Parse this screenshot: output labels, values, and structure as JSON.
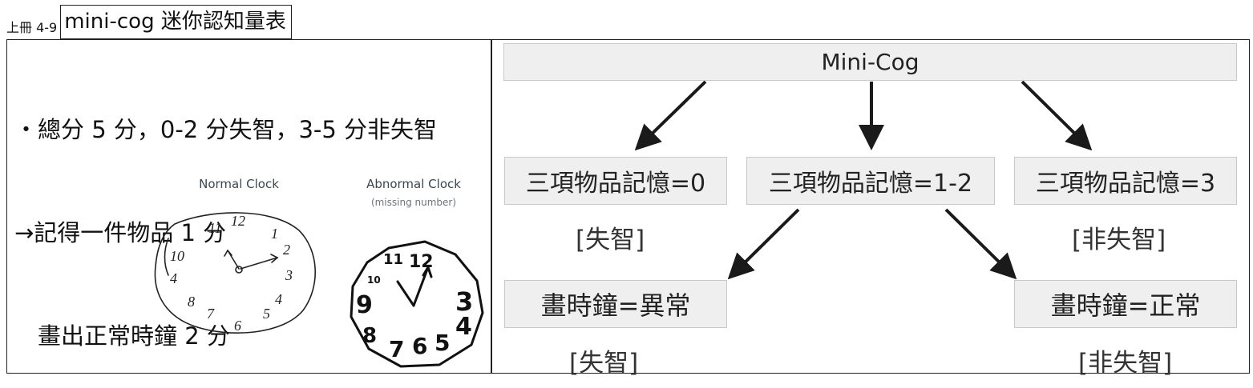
{
  "header": {
    "prefix": "上冊 4-9",
    "title": "mini-cog 迷你認知量表"
  },
  "left": {
    "lines": [
      "・總分 5 分，0-2 分失智，3-5 分非失智",
      "→記得一件物品 1 分",
      "　畫出正常時鐘 2 分"
    ],
    "normal_clock_label": "Normal Clock",
    "abnormal_clock_label": "Abnormal Clock",
    "abnormal_clock_sub": "(missing number)"
  },
  "flow": {
    "root": "Mini-Cog",
    "recall0": "三項物品記憶=0",
    "recall12": "三項物品記憶=1-2",
    "recall3": "三項物品記憶=3",
    "dementia": "[失智]",
    "no_dementia": "[非失智]",
    "clock_abnormal": "畫時鐘=異常",
    "clock_normal": "畫時鐘=正常"
  }
}
